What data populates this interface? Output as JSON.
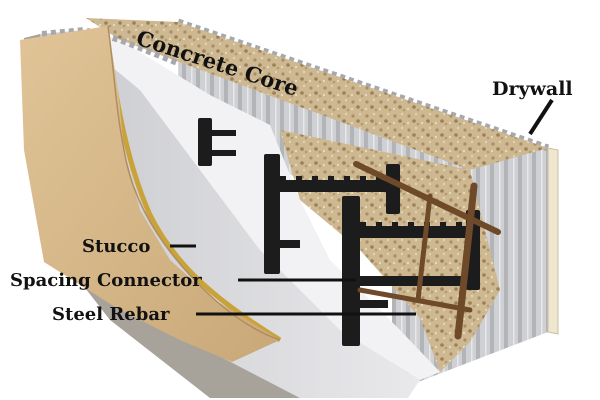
{
  "labels": {
    "concrete_core": "Concrete Core",
    "drywall": "Drywall",
    "stucco": "Stucco",
    "spacing_connector": "Spacing Connector",
    "steel_rebar": "Steel Rebar"
  },
  "colors": {
    "background": "#ffffff",
    "stucco": "#d8b98a",
    "base_coat": "#a8a39a",
    "mesh": "#c9a23a",
    "foam": "#ebebee",
    "foam_shade": "#bfc0c4",
    "concrete": "#cdb891",
    "connector": "#1c1c1c",
    "rebar": "#6e4a2a",
    "drywall": "#efe6cf"
  }
}
